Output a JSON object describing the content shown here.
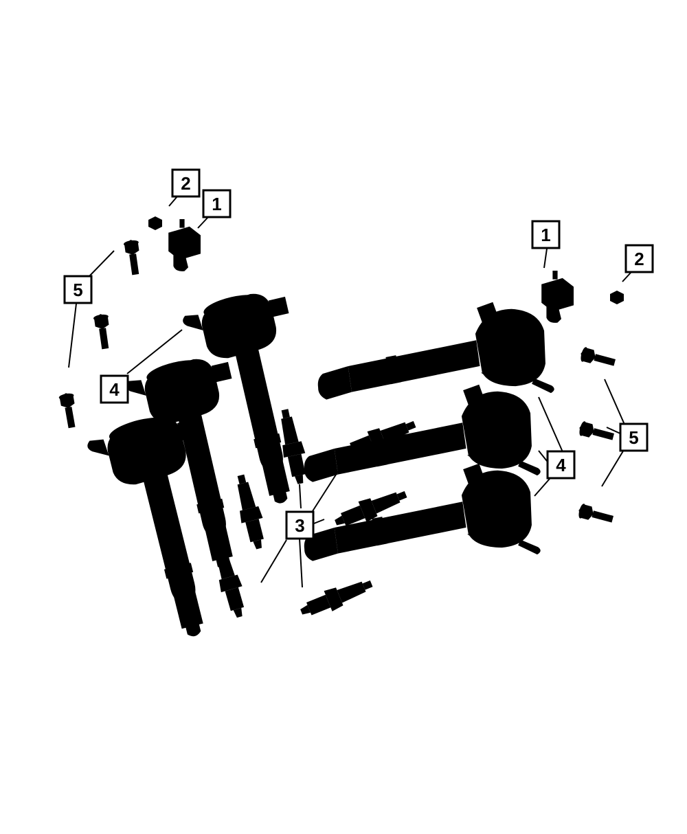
{
  "callouts": [
    {
      "id": "callout-2-left",
      "label": "2"
    },
    {
      "id": "callout-1-left",
      "label": "1"
    },
    {
      "id": "callout-5-left",
      "label": "5"
    },
    {
      "id": "callout-4-left",
      "label": "4"
    },
    {
      "id": "callout-1-right",
      "label": "1"
    },
    {
      "id": "callout-2-right",
      "label": "2"
    },
    {
      "id": "callout-3-center",
      "label": "3"
    },
    {
      "id": "callout-5-right",
      "label": "5"
    },
    {
      "id": "callout-4-right",
      "label": "4"
    }
  ]
}
